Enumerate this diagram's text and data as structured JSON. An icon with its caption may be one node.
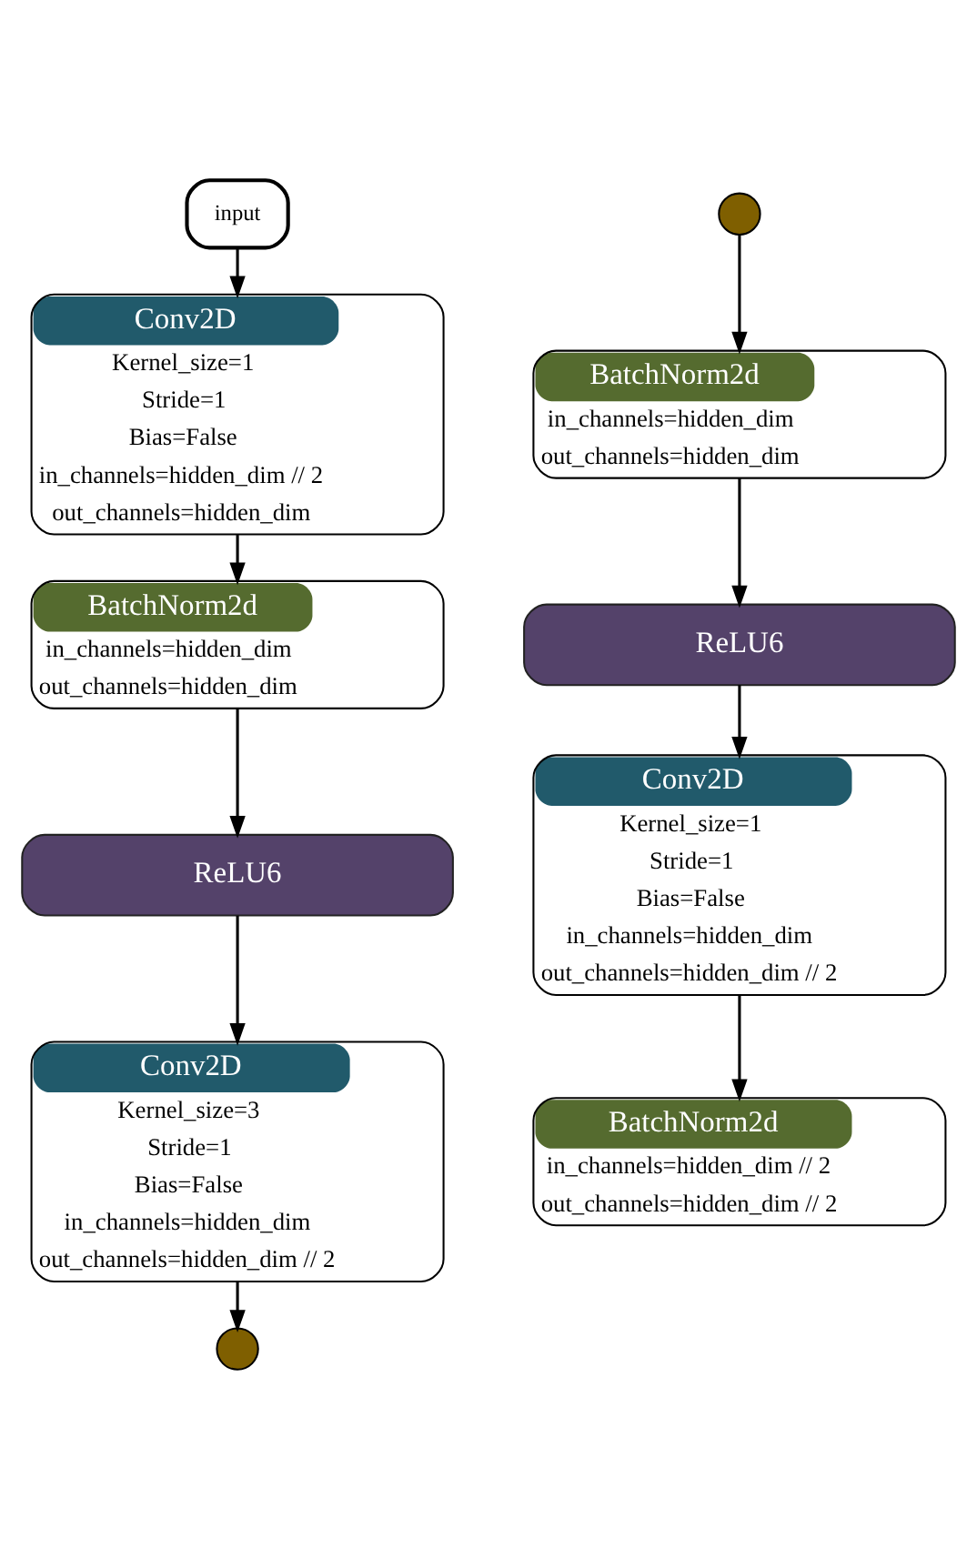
{
  "diagram": {
    "nodes": [
      {
        "text": [
          "input"
        ]
      },
      {
        "text": [
          "Conv2D",
          "Kernel_size=1",
          "Stride=1",
          "Bias=False",
          "in_channels=hidden_dim // 2",
          "out_channels=hidden_dim"
        ]
      },
      {
        "text": [
          "BatchNorm2d",
          "in_channels=hidden_dim",
          "out_channels=hidden_dim"
        ]
      },
      {
        "text": [
          "ReLU6"
        ]
      },
      {
        "text": [
          "Conv2D",
          "Kernel_size=3",
          "Stride=1",
          "Bias=False",
          "in_channels=hidden_dim",
          "out_channels=hidden_dim // 2"
        ]
      },
      {
        "text": [],
        "shape": "circle"
      },
      {
        "text": [],
        "shape": "circle"
      },
      {
        "text": [
          "BatchNorm2d",
          "in_channels=hidden_dim",
          "out_channels=hidden_dim"
        ]
      },
      {
        "text": [
          "ReLU6"
        ]
      },
      {
        "text": [
          "Conv2D",
          "Kernel_size=1",
          "Stride=1",
          "Bias=False",
          "in_channels=hidden_dim",
          "out_channels=hidden_dim // 2"
        ]
      },
      {
        "text": [
          "BatchNorm2d",
          "in_channels=hidden_dim // 2",
          "out_channels=hidden_dim // 2"
        ]
      }
    ],
    "edges": [
      {
        "from": 0,
        "to": 1,
        "arrow": "to"
      },
      {
        "from": 1,
        "to": 2,
        "arrow": "to"
      },
      {
        "from": 2,
        "to": 3,
        "arrow": "to"
      },
      {
        "from": 3,
        "to": 4,
        "arrow": "to"
      },
      {
        "from": 4,
        "to": 5,
        "arrow": "to"
      },
      {
        "from": 6,
        "to": 7,
        "arrow": "to"
      },
      {
        "from": 7,
        "to": 8,
        "arrow": "to"
      },
      {
        "from": 8,
        "to": 9,
        "arrow": "to"
      },
      {
        "from": 9,
        "to": 10,
        "arrow": "to"
      }
    ]
  }
}
